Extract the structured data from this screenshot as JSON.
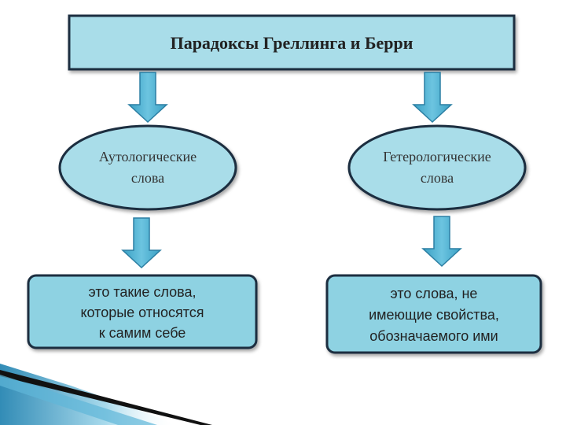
{
  "title": "Парадоксы Греллинга и Берри",
  "left": {
    "oval_line1": "Аутологические",
    "oval_line2": "слова",
    "box_line1": "это такие слова,",
    "box_line2": "которые относятся",
    "box_line3": "к самим себе"
  },
  "right": {
    "oval_line1": "Гетерологические",
    "oval_line2": "слова",
    "box_line1": "это слова, не",
    "box_line2": "имеющие свойства,",
    "box_line3": "обозначаемого ими"
  },
  "colors": {
    "fill_light": "#a9dde9",
    "fill_box": "#8ed2e2",
    "arrow": "#4fb3d3",
    "stroke": "#1f2f40"
  },
  "icons": [
    "down-arrow-icon"
  ]
}
